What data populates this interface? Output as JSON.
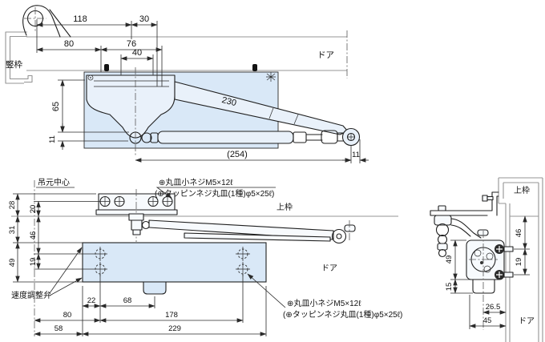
{
  "colors": {
    "body_fill": "#d9e8f7",
    "body_fill_light": "#e9f1fa",
    "outline": "#1f1f1f",
    "frame_gray": "#949494"
  },
  "top_view": {
    "labels": {
      "vertical_frame": "竪枠",
      "door": "ドア"
    },
    "dims": {
      "d118": "118",
      "d30": "30",
      "d80": "80",
      "d76": "76",
      "d40": "40",
      "d65": "65",
      "d11_left": "11",
      "d230": "230",
      "d254": "(254)",
      "d11_right": "11"
    }
  },
  "front_view": {
    "labels": {
      "hinge_center": "吊元中心",
      "top_frame": "上枠",
      "door": "ドア",
      "speed_valve": "速度調整弁"
    },
    "callout_top": {
      "line1": "⊕丸皿小ネジM5×12ℓ",
      "line2": "(⊕タッピンネジ丸皿(1種)φ5×25ℓ)"
    },
    "callout_bottom": {
      "line1": "⊕丸皿小ネジM5×12ℓ",
      "line2": "(⊕タッピンネジ丸皿(1種)φ5×25ℓ)"
    },
    "dims": {
      "d28": "28",
      "d20": "20",
      "d31": "31",
      "d46": "46",
      "d19": "19",
      "d49": "49",
      "d22": "22",
      "d68": "68",
      "d80": "80",
      "d178": "178",
      "d58": "58",
      "d229": "229"
    }
  },
  "side_view": {
    "labels": {
      "top_frame": "上枠",
      "door": "ドア"
    },
    "dims": {
      "d46": "46",
      "d19": "19",
      "d49": "49",
      "d15": "15",
      "d26_5": "26.5",
      "d45": "45"
    }
  }
}
